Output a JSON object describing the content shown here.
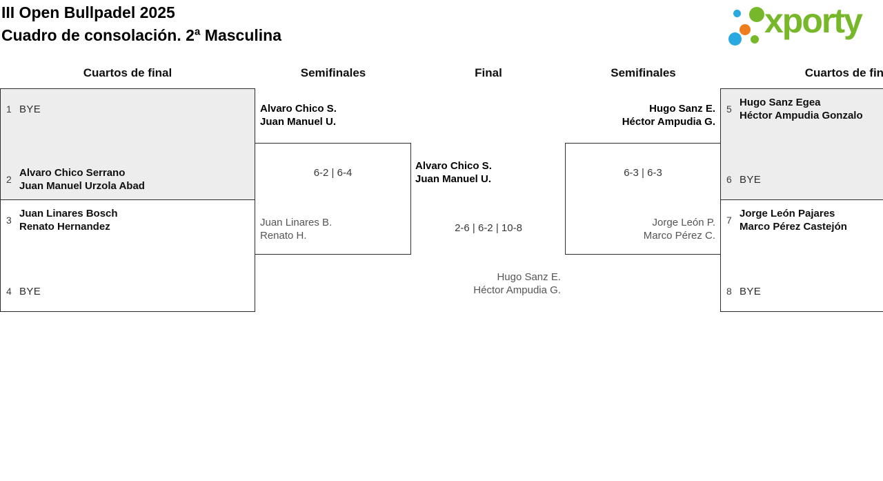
{
  "header": {
    "title_line1": "III Open Bullpadel 2025",
    "title_line2": "Cuadro de consolación. 2ª Masculina"
  },
  "logo": {
    "text": "xporty",
    "green": "#76b82a",
    "blue": "#29a9e0",
    "orange": "#ee7d1e"
  },
  "columns": {
    "qf_left": "Cuartos de final",
    "sf_left": "Semifinales",
    "final": "Final",
    "sf_right": "Semifinales",
    "qf_right": "Cuartos de final"
  },
  "bracket": {
    "qf_left_top": {
      "seed_a": "1",
      "team_a": [
        "BYE"
      ],
      "seed_b": "2",
      "team_b": [
        "Alvaro Chico Serrano",
        "Juan Manuel Urzola Abad"
      ]
    },
    "qf_left_bottom": {
      "seed_a": "3",
      "team_a": [
        "Juan Linares Bosch",
        "Renato Hernandez"
      ],
      "seed_b": "4",
      "team_b": [
        "BYE"
      ]
    },
    "sf_left": {
      "winner": [
        "Alvaro Chico S.",
        "Juan Manuel U."
      ],
      "score": "6-2 | 6-4",
      "loser": [
        "Juan Linares B.",
        "Renato H."
      ]
    },
    "final": {
      "winner": [
        "Alvaro Chico S.",
        "Juan Manuel U."
      ],
      "score": "2-6 | 6-2 | 10-8",
      "loser": [
        "Hugo Sanz E.",
        "Héctor Ampudia G."
      ]
    },
    "sf_right": {
      "winner": [
        "Hugo Sanz E.",
        "Héctor Ampudia G."
      ],
      "score": "6-3 | 6-3",
      "loser": [
        "Jorge León P.",
        "Marco Pérez C."
      ]
    },
    "qf_right_top": {
      "seed_a": "5",
      "team_a": [
        "Hugo Sanz Egea",
        "Héctor Ampudia Gonzalo"
      ],
      "seed_b": "6",
      "team_b": [
        "BYE"
      ]
    },
    "qf_right_bottom": {
      "seed_a": "7",
      "team_a": [
        "Jorge León Pajares",
        "Marco Pérez Castejón"
      ],
      "seed_b": "8",
      "team_b": [
        "BYE"
      ]
    }
  }
}
